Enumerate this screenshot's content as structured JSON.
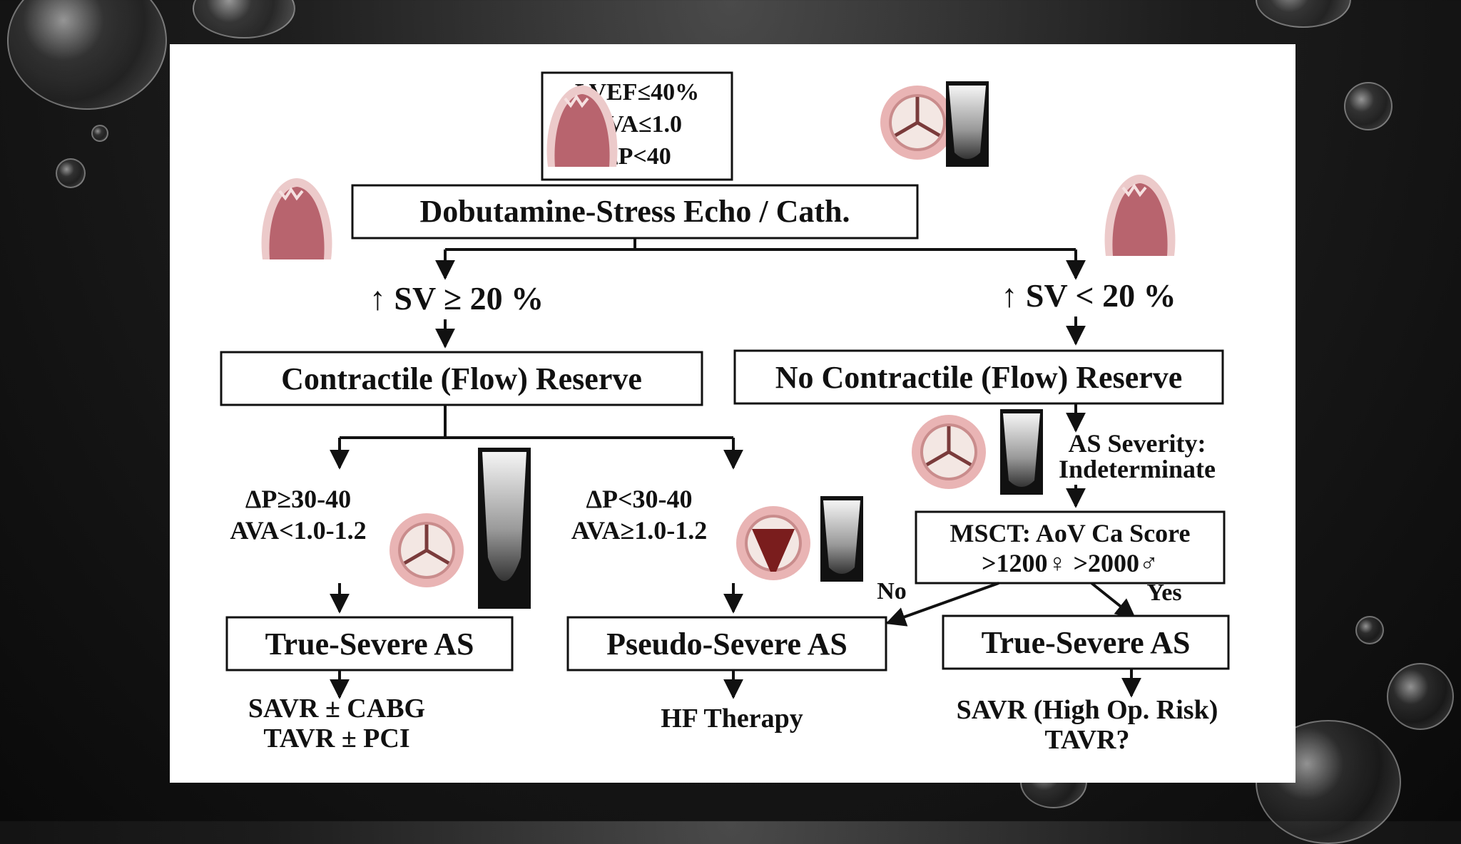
{
  "criteria": {
    "lvef": "LVEF≤40%",
    "ava": "AVA≤1.0",
    "dp": "ΔP<40"
  },
  "stress_test": "Dobutamine-Stress Echo / Cath.",
  "left": {
    "sv": "↑ SV ≥ 20 %",
    "reserve": "Contractile (Flow) Reserve",
    "branch_a": {
      "dp": "ΔP≥30-40",
      "ava": "AVA<1.0-1.2",
      "result": "True-Severe AS",
      "treat_1": "SAVR ± CABG",
      "treat_2": "TAVR ± PCI"
    },
    "branch_b": {
      "dp": "ΔP<30-40",
      "ava": "AVA≥1.0-1.2",
      "result": "Pseudo-Severe AS",
      "treat_1": "HF Therapy"
    }
  },
  "right": {
    "sv": "↑ SV < 20 %",
    "reserve": "No Contractile (Flow) Reserve",
    "severity_1": "AS Severity:",
    "severity_2": "Indeterminate",
    "msct_1": "MSCT: AoV Ca Score",
    "msct_2": ">1200♀  >2000♂",
    "no": "No",
    "yes": "Yes",
    "result": "True-Severe AS",
    "treat_1": "SAVR (High Op. Risk)",
    "treat_2": "TAVR?"
  }
}
